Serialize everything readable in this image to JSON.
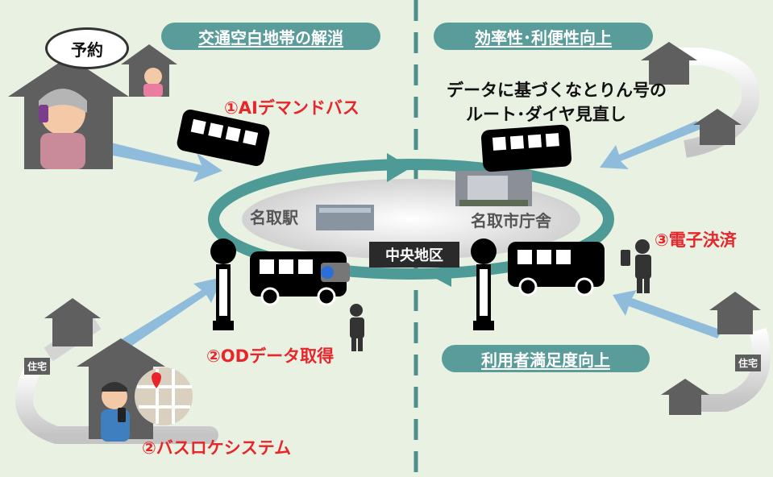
{
  "headers": {
    "left": "交通空白地帯の解消",
    "right_top": "効率性･利便性向上",
    "right_bottom": "利用者満足度向上"
  },
  "features": {
    "ai_demand_bus": "①AIデマンドバス",
    "od_data": "②ODデータ取得",
    "bus_location": "②バスロケシステム",
    "e_payment": "③電子決済"
  },
  "route_review": {
    "line1": "データに基づくなとりん号の",
    "line2": "ルート･ダイヤ見直し"
  },
  "places": {
    "station": "名取駅",
    "city_hall": "名取市庁舎",
    "central": "中央地区"
  },
  "home_label": "住宅",
  "bubble_text": "予約",
  "colors": {
    "background": "#e8f1e2",
    "header_pill": "#5a9c9a",
    "feature_text": "#e8252a",
    "loop_arrow": "#4e9a96",
    "divider": "#4e8f8c"
  }
}
